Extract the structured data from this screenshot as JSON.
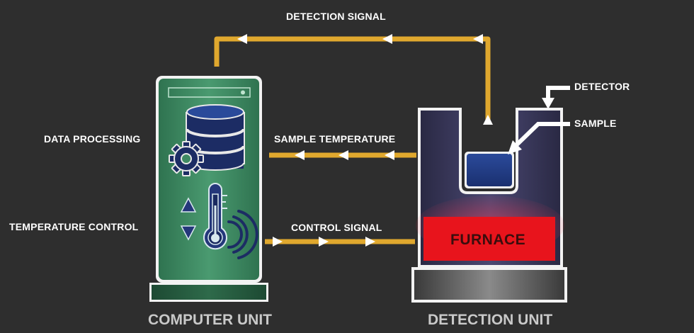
{
  "labels": {
    "detection_signal": "DETECTION SIGNAL",
    "sample_temperature": "SAMPLE TEMPERATURE",
    "control_signal": "CONTROL SIGNAL",
    "data_processing": "DATA PROCESSING",
    "temperature_control": "TEMPERATURE CONTROL",
    "detector": "DETECTOR",
    "sample": "SAMPLE",
    "furnace": "FURNACE",
    "computer_unit": "COMPUTER UNIT",
    "detection_unit": "DETECTION UNIT"
  },
  "colors": {
    "background": "#2e2e2e",
    "signal_line": "#e0a82e",
    "computer_body": "#3f8a63",
    "detection_body": "#3d3b63",
    "furnace": "#e8141c",
    "sample": "#223f86"
  },
  "icons": [
    "database-icon",
    "gear-icon",
    "up-arrow-icon",
    "down-arrow-icon",
    "thermometer-icon"
  ]
}
